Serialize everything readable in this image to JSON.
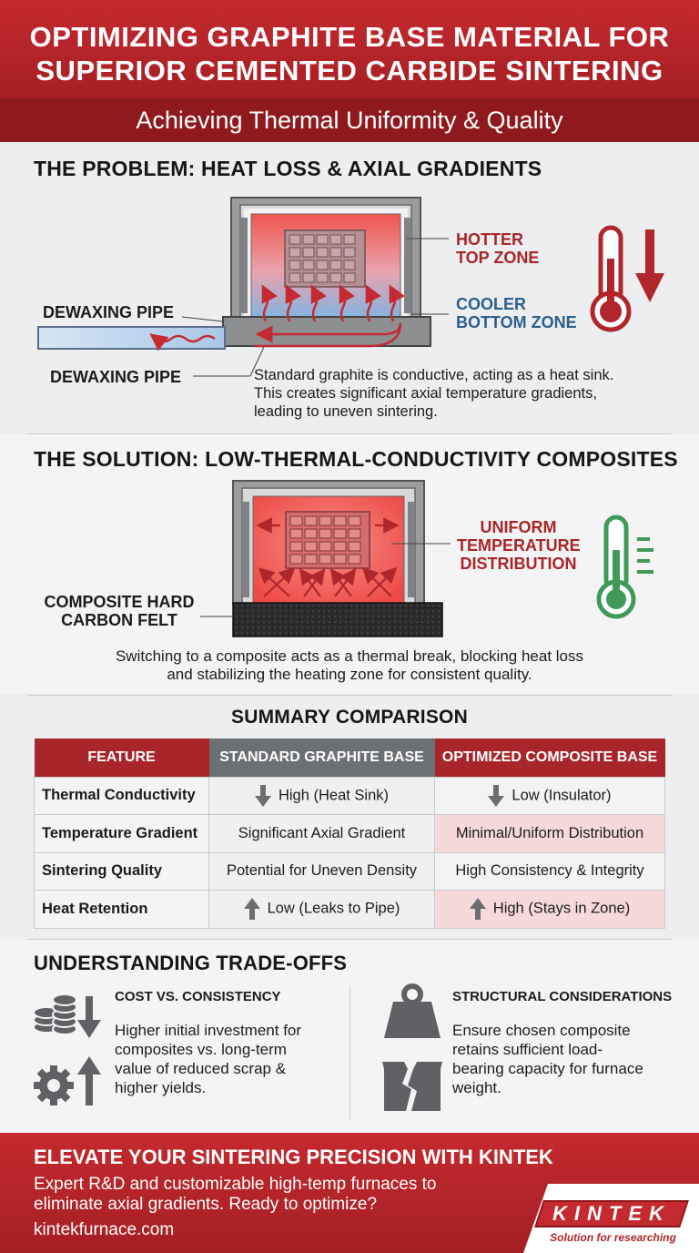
{
  "header": {
    "title_line1": "OPTIMIZING GRAPHITE BASE MATERIAL FOR",
    "title_line2": "SUPERIOR CEMENTED CARBIDE SINTERING",
    "subtitle": "Achieving Thermal Uniformity & Quality"
  },
  "problem": {
    "title": "THE PROBLEM: HEAT LOSS & AXIAL GRADIENTS",
    "label_hotter_1": "HOTTER",
    "label_hotter_2": "TOP ZONE",
    "label_cooler_1": "COOLER",
    "label_cooler_2": "BOTTOM ZONE",
    "label_pipe_top": "DEWAXING PIPE",
    "label_pipe_bottom": "DEWAXING PIPE",
    "desc_1": "Standard graphite is conductive, acting as a heat sink.",
    "desc_2": "This creates significant axial temperature gradients,",
    "desc_3": "leading to uneven sintering."
  },
  "solution": {
    "title": "THE SOLUTION: LOW-THERMAL-CONDUCTIVITY COMPOSITES",
    "label_uniform_1": "UNIFORM",
    "label_uniform_2": "TEMPERATURE",
    "label_uniform_3": "DISTRIBUTION",
    "label_felt_1": "COMPOSITE HARD",
    "label_felt_2": "CARBON FELT",
    "desc_1": "Switching to a composite acts as a thermal break, blocking heat loss",
    "desc_2": "and stabilizing the heating zone for consistent quality."
  },
  "summary": {
    "title": "SUMMARY COMPARISON",
    "headers": [
      "FEATURE",
      "STANDARD GRAPHITE BASE",
      "OPTIMIZED COMPOSITE BASE"
    ],
    "rows": [
      {
        "feature": "Thermal Conductivity",
        "standard": "High (Heat Sink)",
        "optimized": "Low (Insulator)"
      },
      {
        "feature": "Temperature Gradient",
        "standard": "Significant Axial Gradient",
        "optimized": "Minimal/Uniform Distribution"
      },
      {
        "feature": "Sintering Quality",
        "standard": "Potential for Uneven Density",
        "optimized": "High Consistency & Integrity"
      },
      {
        "feature": "Heat Retention",
        "standard": "Low (Leaks to Pipe)",
        "optimized": "High (Stays in Zone)"
      }
    ]
  },
  "tradeoffs": {
    "title": "UNDERSTANDING TRADE-OFFS",
    "left_heading": "COST VS. CONSISTENCY",
    "left_1": "Higher initial investment for",
    "left_2": "composites vs. long-term",
    "left_3": "value of reduced scrap &",
    "left_4": "higher yields.",
    "right_heading": "STRUCTURAL CONSIDERATIONS",
    "right_1": "Ensure chosen composite",
    "right_2": "retains sufficient load-",
    "right_3": "bearing capacity for furnace",
    "right_4": "weight."
  },
  "footer": {
    "title": "ELEVATE YOUR SINTERING PRECISION WITH KINTEK",
    "text_1": "Expert R&D and customizable high-temp furnaces to",
    "text_2": "eliminate axial gradients. Ready to optimize?",
    "url": "kintekfurnace.com",
    "logo": "KINTEK",
    "tagline": "Solution for researching"
  },
  "colors": {
    "brand_red": "#c42a2f",
    "dark_red": "#8f1a1e",
    "cool_blue": "#2c5f8a",
    "good_green": "#3f9a57"
  }
}
